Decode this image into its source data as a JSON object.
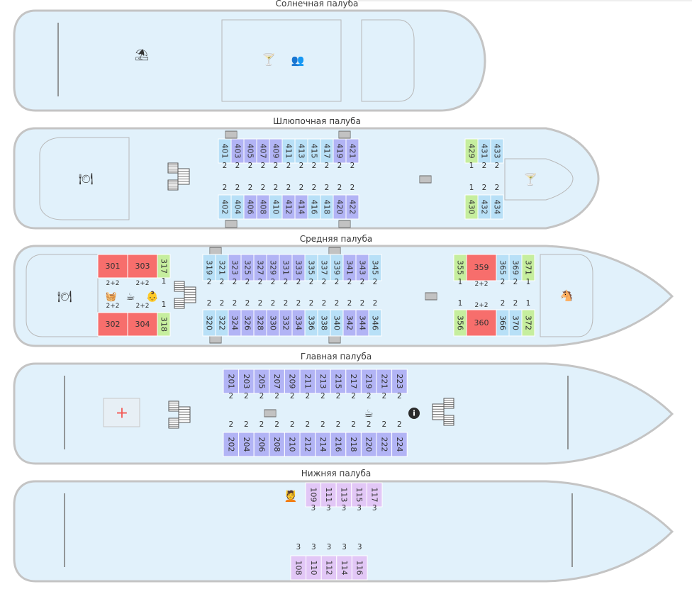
{
  "colors": {
    "deck_fill": "#e1f1fb",
    "deck_stroke": "#c4c4c4",
    "interior_stroke": "#b8b8b8",
    "cabin_blue": "#b8e0f7",
    "cabin_violet": "#b2b4f5",
    "cabin_green": "#c6ee9e",
    "cabin_red": "#f76e6c",
    "cabin_lilac": "#e2c7f6",
    "medical_red": "#f35a55"
  },
  "decks": [
    {
      "key": "sun",
      "title": "Солнечная палуба",
      "cabins": [],
      "icons": [
        "umbrella-icon",
        "cocktail-icon",
        "audience-icon"
      ]
    },
    {
      "key": "boat",
      "title": "Шлюпочная палуба",
      "cabins": [
        {
          "no": "401",
          "cap": "2",
          "c": "blue"
        },
        {
          "no": "403",
          "cap": "2",
          "c": "violet"
        },
        {
          "no": "405",
          "cap": "2",
          "c": "violet"
        },
        {
          "no": "407",
          "cap": "2",
          "c": "violet"
        },
        {
          "no": "409",
          "cap": "2",
          "c": "violet"
        },
        {
          "no": "411",
          "cap": "2",
          "c": "blue"
        },
        {
          "no": "413",
          "cap": "2",
          "c": "blue"
        },
        {
          "no": "415",
          "cap": "2",
          "c": "blue"
        },
        {
          "no": "417",
          "cap": "2",
          "c": "blue"
        },
        {
          "no": "419",
          "cap": "2",
          "c": "violet"
        },
        {
          "no": "421",
          "cap": "2",
          "c": "violet"
        },
        {
          "no": "402",
          "cap": "2",
          "c": "blue"
        },
        {
          "no": "404",
          "cap": "2",
          "c": "blue"
        },
        {
          "no": "406",
          "cap": "2",
          "c": "violet"
        },
        {
          "no": "408",
          "cap": "2",
          "c": "violet"
        },
        {
          "no": "410",
          "cap": "2",
          "c": "blue"
        },
        {
          "no": "412",
          "cap": "2",
          "c": "violet"
        },
        {
          "no": "414",
          "cap": "2",
          "c": "violet"
        },
        {
          "no": "416",
          "cap": "2",
          "c": "blue"
        },
        {
          "no": "418",
          "cap": "2",
          "c": "blue"
        },
        {
          "no": "420",
          "cap": "2",
          "c": "violet"
        },
        {
          "no": "422",
          "cap": "2",
          "c": "violet"
        },
        {
          "no": "429",
          "cap": "1",
          "c": "green"
        },
        {
          "no": "431",
          "cap": "2",
          "c": "blue"
        },
        {
          "no": "433",
          "cap": "2",
          "c": "blue"
        },
        {
          "no": "430",
          "cap": "1",
          "c": "green"
        },
        {
          "no": "432",
          "cap": "2",
          "c": "blue"
        },
        {
          "no": "434",
          "cap": "2",
          "c": "blue"
        }
      ],
      "icons": [
        "restaurant-icon",
        "cocktail-icon"
      ]
    },
    {
      "key": "middle",
      "title": "Средняя палуба",
      "cabins": [
        {
          "no": "301",
          "cap": "2+2",
          "c": "red"
        },
        {
          "no": "303",
          "cap": "2+2",
          "c": "red"
        },
        {
          "no": "317",
          "cap": "1",
          "c": "green"
        },
        {
          "no": "302",
          "cap": "2+2",
          "c": "red"
        },
        {
          "no": "304",
          "cap": "2+2",
          "c": "red"
        },
        {
          "no": "318",
          "cap": "1",
          "c": "green"
        },
        {
          "no": "319",
          "cap": "2",
          "c": "blue"
        },
        {
          "no": "321",
          "cap": "2",
          "c": "blue"
        },
        {
          "no": "323",
          "cap": "2",
          "c": "violet"
        },
        {
          "no": "325",
          "cap": "2",
          "c": "violet"
        },
        {
          "no": "327",
          "cap": "2",
          "c": "violet"
        },
        {
          "no": "329",
          "cap": "2",
          "c": "violet"
        },
        {
          "no": "331",
          "cap": "2",
          "c": "violet"
        },
        {
          "no": "333",
          "cap": "2",
          "c": "violet"
        },
        {
          "no": "335",
          "cap": "2",
          "c": "blue"
        },
        {
          "no": "337",
          "cap": "2",
          "c": "blue"
        },
        {
          "no": "339",
          "cap": "2",
          "c": "blue"
        },
        {
          "no": "341",
          "cap": "2",
          "c": "violet"
        },
        {
          "no": "343",
          "cap": "2",
          "c": "violet"
        },
        {
          "no": "345",
          "cap": "2",
          "c": "blue"
        },
        {
          "no": "320",
          "cap": "2",
          "c": "blue"
        },
        {
          "no": "322",
          "cap": "2",
          "c": "blue"
        },
        {
          "no": "324",
          "cap": "2",
          "c": "violet"
        },
        {
          "no": "326",
          "cap": "2",
          "c": "violet"
        },
        {
          "no": "328",
          "cap": "2",
          "c": "violet"
        },
        {
          "no": "330",
          "cap": "2",
          "c": "violet"
        },
        {
          "no": "332",
          "cap": "2",
          "c": "violet"
        },
        {
          "no": "334",
          "cap": "2",
          "c": "violet"
        },
        {
          "no": "336",
          "cap": "2",
          "c": "blue"
        },
        {
          "no": "338",
          "cap": "2",
          "c": "blue"
        },
        {
          "no": "340",
          "cap": "2",
          "c": "blue"
        },
        {
          "no": "342",
          "cap": "2",
          "c": "violet"
        },
        {
          "no": "344",
          "cap": "2",
          "c": "violet"
        },
        {
          "no": "346",
          "cap": "2",
          "c": "blue"
        },
        {
          "no": "355",
          "cap": "1",
          "c": "green"
        },
        {
          "no": "359",
          "cap": "2+2",
          "c": "red"
        },
        {
          "no": "365",
          "cap": "2",
          "c": "blue"
        },
        {
          "no": "369",
          "cap": "2",
          "c": "blue"
        },
        {
          "no": "371",
          "cap": "1",
          "c": "green"
        },
        {
          "no": "356",
          "cap": "1",
          "c": "green"
        },
        {
          "no": "360",
          "cap": "2+2",
          "c": "red"
        },
        {
          "no": "366",
          "cap": "2",
          "c": "blue"
        },
        {
          "no": "370",
          "cap": "2",
          "c": "blue"
        },
        {
          "no": "372",
          "cap": "1",
          "c": "green"
        }
      ],
      "icons": [
        "restaurant-icon",
        "ironing-icon",
        "coffee-icon",
        "baby-icon",
        "rocking-horse-icon"
      ]
    },
    {
      "key": "main",
      "title": "Главная палуба",
      "cabins": [
        {
          "no": "201",
          "cap": "2",
          "c": "violet"
        },
        {
          "no": "203",
          "cap": "2",
          "c": "violet"
        },
        {
          "no": "205",
          "cap": "2",
          "c": "violet"
        },
        {
          "no": "207",
          "cap": "2",
          "c": "violet"
        },
        {
          "no": "209",
          "cap": "2",
          "c": "violet"
        },
        {
          "no": "211",
          "cap": "2",
          "c": "violet"
        },
        {
          "no": "213",
          "cap": "2",
          "c": "violet"
        },
        {
          "no": "215",
          "cap": "2",
          "c": "violet"
        },
        {
          "no": "217",
          "cap": "2",
          "c": "violet"
        },
        {
          "no": "219",
          "cap": "2",
          "c": "violet"
        },
        {
          "no": "221",
          "cap": "2",
          "c": "violet"
        },
        {
          "no": "223",
          "cap": "2",
          "c": "violet"
        },
        {
          "no": "202",
          "cap": "2",
          "c": "violet"
        },
        {
          "no": "204",
          "cap": "2",
          "c": "violet"
        },
        {
          "no": "206",
          "cap": "2",
          "c": "violet"
        },
        {
          "no": "208",
          "cap": "2",
          "c": "violet"
        },
        {
          "no": "210",
          "cap": "2",
          "c": "violet"
        },
        {
          "no": "212",
          "cap": "2",
          "c": "violet"
        },
        {
          "no": "214",
          "cap": "2",
          "c": "violet"
        },
        {
          "no": "216",
          "cap": "2",
          "c": "violet"
        },
        {
          "no": "218",
          "cap": "2",
          "c": "violet"
        },
        {
          "no": "220",
          "cap": "2",
          "c": "violet"
        },
        {
          "no": "222",
          "cap": "2",
          "c": "violet"
        },
        {
          "no": "224",
          "cap": "2",
          "c": "violet"
        }
      ],
      "icons": [
        "medical-cross-icon",
        "coffee-icon",
        "info-icon"
      ]
    },
    {
      "key": "lower",
      "title": "Нижняя палуба",
      "cabins": [
        {
          "no": "109",
          "cap": "3",
          "c": "lilac"
        },
        {
          "no": "111",
          "cap": "3",
          "c": "lilac"
        },
        {
          "no": "113",
          "cap": "3",
          "c": "lilac"
        },
        {
          "no": "115",
          "cap": "3",
          "c": "lilac"
        },
        {
          "no": "117",
          "cap": "3",
          "c": "lilac"
        },
        {
          "no": "108",
          "cap": "3",
          "c": "lilac"
        },
        {
          "no": "110",
          "cap": "3",
          "c": "lilac"
        },
        {
          "no": "112",
          "cap": "3",
          "c": "lilac"
        },
        {
          "no": "114",
          "cap": "3",
          "c": "lilac"
        },
        {
          "no": "116",
          "cap": "3",
          "c": "lilac"
        }
      ],
      "icons": [
        "massage-icon"
      ]
    }
  ]
}
